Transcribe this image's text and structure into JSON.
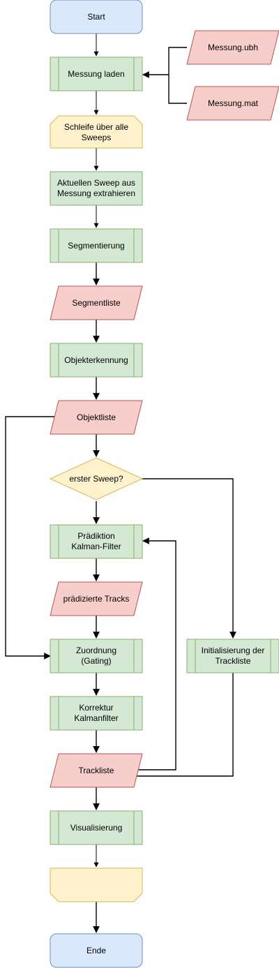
{
  "nodes": {
    "start": "Start",
    "laden": "Messung laden",
    "ubh": "Messung.ubh",
    "mat": "Messung.mat",
    "schleife": [
      "Schleife über alle",
      "Sweeps"
    ],
    "extrahieren": [
      "Aktuellen Sweep aus",
      "Messung extrahieren"
    ],
    "segmentierung": "Segmentierung",
    "segmentliste": "Segmentliste",
    "objekterkennung": "Objekterkennung",
    "objektliste": "Objektliste",
    "erster_sweep": "erster Sweep?",
    "praediktion": [
      "Prädiktion",
      "Kalman-Filter"
    ],
    "praedizierte_tracks": "prädizierte Tracks",
    "zuordnung": [
      "Zuordnung",
      "(Gating)"
    ],
    "initialisierung": [
      "Initialisierung der",
      "Trackliste"
    ],
    "korrektur": [
      "Korrektur",
      "Kalmanfilter"
    ],
    "trackliste": "Trackliste",
    "visualisierung": "Visualisierung",
    "schleife_ende": "",
    "ende": "Ende"
  },
  "colors": {
    "terminal_fill": "#dae8fc",
    "terminal_stroke": "#6c8ebf",
    "process_fill": "#d5e8d4",
    "process_stroke": "#82b366",
    "io_fill": "#f8cecc",
    "io_stroke": "#b85450",
    "loop_fill": "#fff2cc",
    "loop_stroke": "#d6b656",
    "decision_fill": "#fff2cc",
    "decision_stroke": "#d6b656"
  }
}
